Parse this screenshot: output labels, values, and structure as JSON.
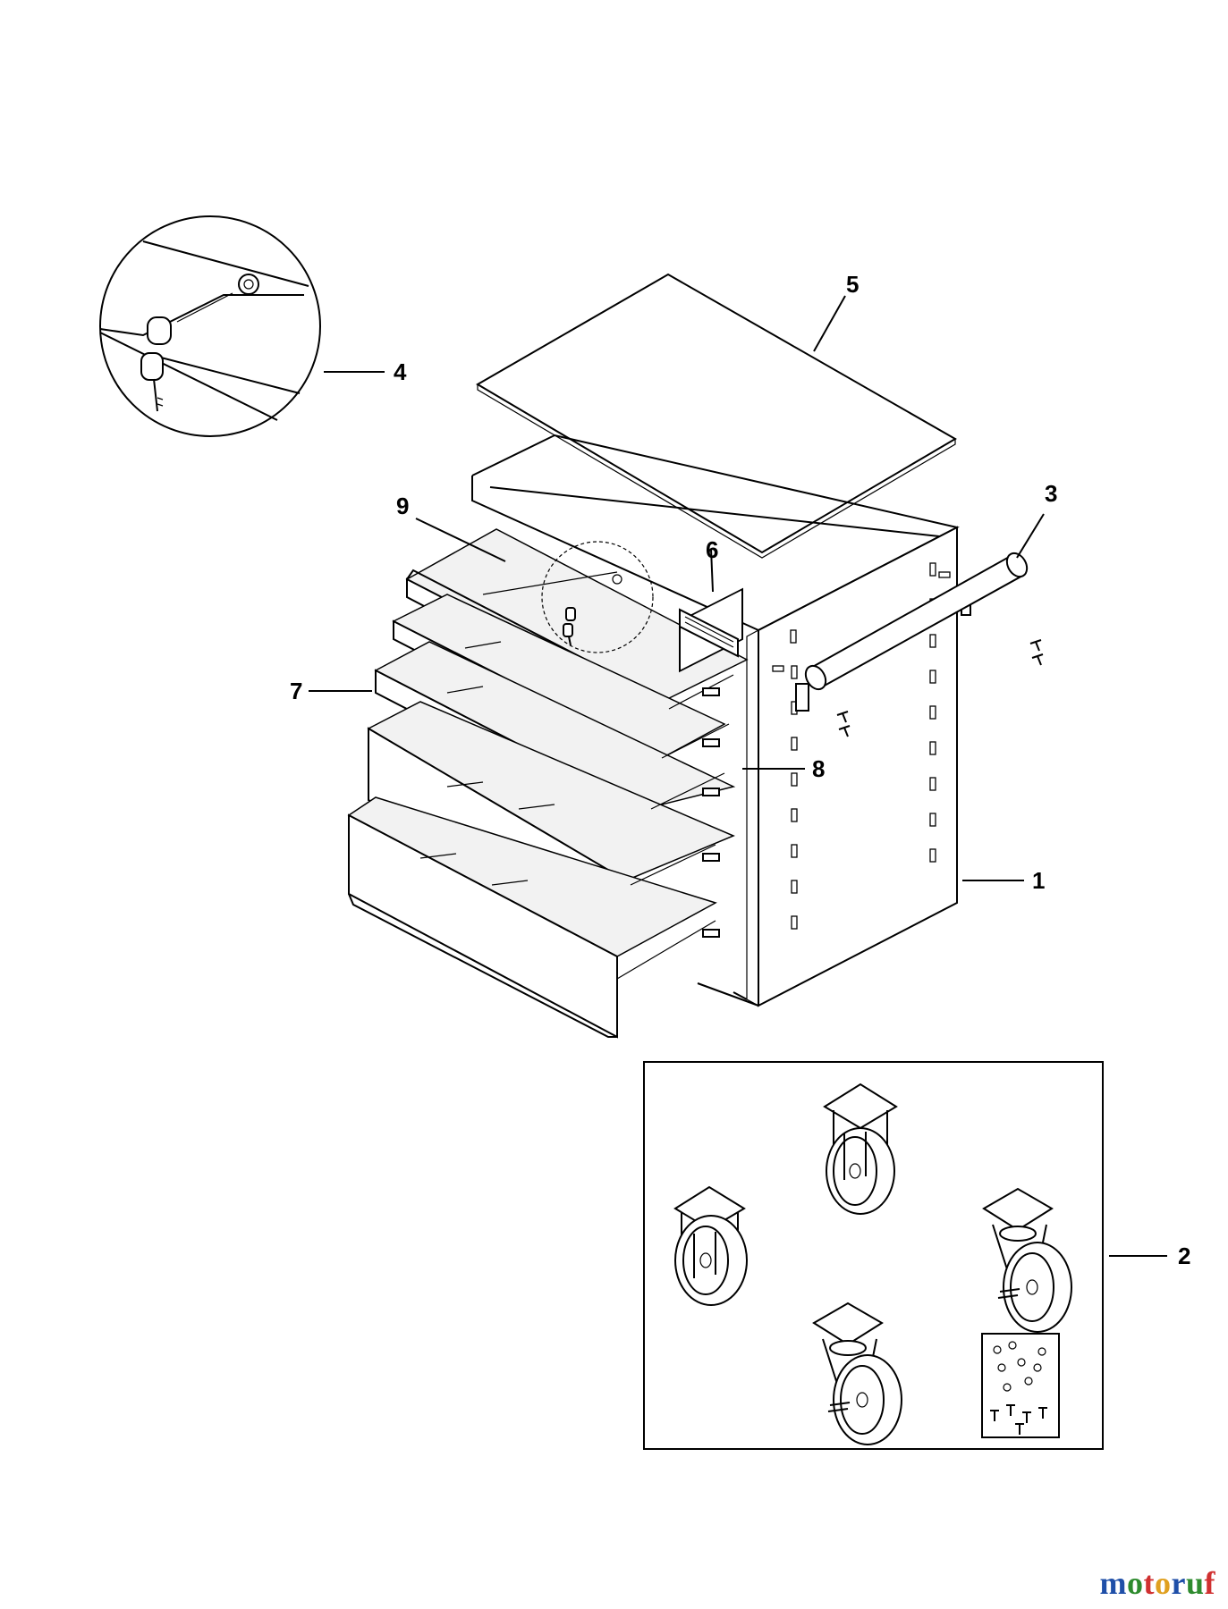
{
  "callouts": {
    "c1": "1",
    "c2": "2",
    "c3": "3",
    "c4": "4",
    "c5": "5",
    "c6": "6",
    "c7": "7",
    "c8": "8",
    "c9": "9"
  },
  "watermark": {
    "text": "motoruf",
    "colors": [
      "#1f4fa8",
      "#2e8b2e",
      "#d03030",
      "#e0a020",
      "#1f4fa8",
      "#2e8b2e",
      "#d03030"
    ]
  },
  "icons": [
    "lock-key-detail-icon",
    "caster-wheel-icon",
    "swivel-caster-icon",
    "hardware-bolts-icon"
  ]
}
